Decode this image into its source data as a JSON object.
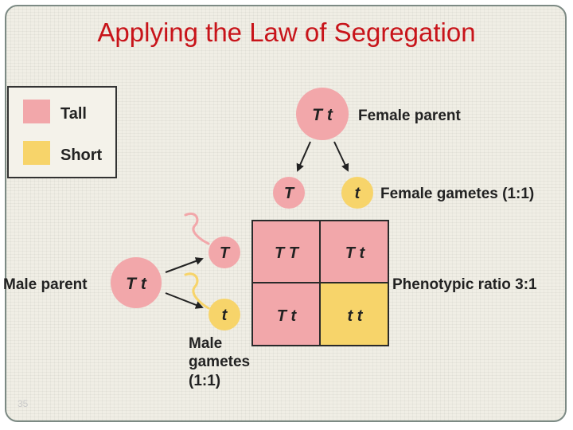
{
  "title": "Applying the Law of Segregation",
  "page_number": "35",
  "colors": {
    "title": "#c8141a",
    "tall": "#f2a7aa",
    "short": "#f7d46a",
    "grid_line": "#2a2a2a",
    "arrow": "#222222"
  },
  "legend": {
    "tall_label": "Tall",
    "short_label": "Short"
  },
  "female_parent": {
    "genotype": "T t",
    "label": "Female parent"
  },
  "female_gametes": {
    "gamete_1": "T",
    "gamete_2": "t",
    "label": "Female gametes (1:1)"
  },
  "male_parent": {
    "genotype": "T t",
    "label": "Male parent"
  },
  "male_gametes": {
    "gamete_1": "T",
    "gamete_2": "t",
    "label_line1": "Male",
    "label_line2": "gametes",
    "label_line3": "(1:1)"
  },
  "punnett": {
    "cell_tt_dom": "T T",
    "cell_top_right": "T t",
    "cell_bottom_left": "T t",
    "cell_tt_rec": "t t"
  },
  "phenotypic_ratio": "Phenotypic ratio 3:1"
}
